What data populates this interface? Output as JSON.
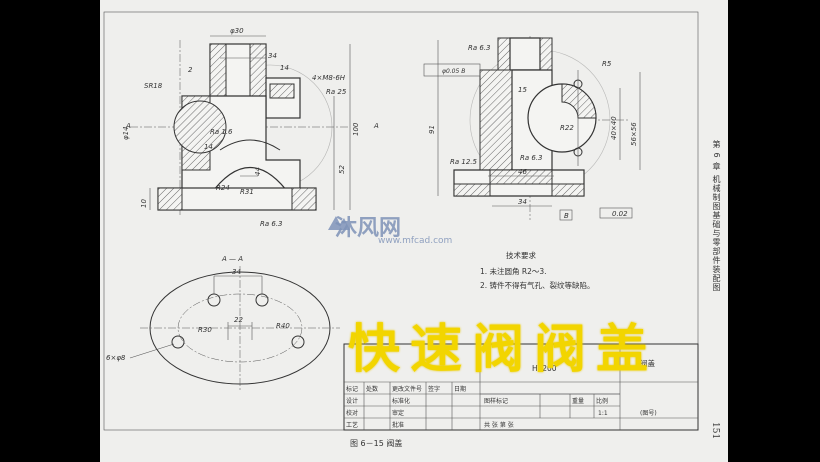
{
  "document": {
    "caption": "图 6－15  阀盖",
    "page_number": "151",
    "side_heading": "第 6 章   机械制图基础与零部件装配图",
    "overlay_title": "快速阀阀盖",
    "watermark": {
      "name": "沐风网",
      "url": "www.mfcad.com"
    }
  },
  "view_labels": {
    "section_marker": "A",
    "section_marker_right": "A",
    "section_view": "A — A"
  },
  "dimensions": {
    "phi30": "φ30",
    "d34_top": "34",
    "d14": "14",
    "d2": "2",
    "thread": "4×M8-6H",
    "ra25": "Ra 25",
    "sr18": "SR18",
    "phi14": "φ14",
    "ra16": "Ra 1.6",
    "d14b": "14",
    "d44": "44",
    "d52": "52",
    "d100": "100",
    "r24": "R24",
    "r31": "R31",
    "d10": "10",
    "ra63_left": "Ra 6.3",
    "ra63_top": "Ra 6.3",
    "flatness": "φ0.05 B",
    "r5": "R5",
    "d15": "15",
    "d40_40": "40×40",
    "d56_56": "56×56",
    "d91": "91",
    "ra125": "Ra 12.5",
    "ra63_mid": "Ra 6.3",
    "d46": "46",
    "d34_bot": "34",
    "datum_b": "B",
    "perp": "0.02",
    "r22": "R22",
    "d34_aa": "34",
    "d22": "22",
    "r30": "R30",
    "r40": "R40",
    "holes": "6×φ8"
  },
  "tech_notes": {
    "heading": "技术要求",
    "items": [
      "1. 未注圆角 R2～3.",
      "2. 铸件不得有气孔、裂纹等缺陷。"
    ]
  },
  "title_block": {
    "material": "HT200",
    "part_name": "阀盖",
    "scale_label": "比例",
    "scale_value": "1:1",
    "sheet": "共     张    第     张",
    "row_labels": [
      "标记",
      "处数",
      "更改文件号",
      "签字",
      "日期"
    ],
    "designer": "设计",
    "std": "标准化",
    "checker": "校对",
    "review": "审定",
    "process": "工艺",
    "approve": "批准",
    "stage": "图样标记",
    "weight": "重量",
    "drawing_no": "(图号)"
  }
}
